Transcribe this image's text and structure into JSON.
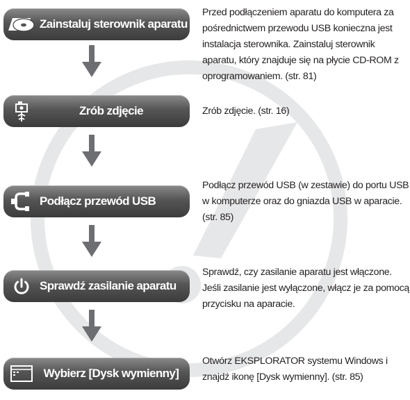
{
  "steps": [
    {
      "label": "Zainstaluj sterownik aparatu",
      "icon": "cd-rom-icon",
      "description": "Przed podłączeniem aparatu do komputera za pośrednictwem przewodu USB konieczna jest instalacja sterownika. Zainstaluj sterownik aparatu, który znajduje się na płycie CD-ROM z oprogramowaniem. (str. 81)"
    },
    {
      "label": "Zrób zdjęcie",
      "icon": "camera-mode-icon",
      "description": "Zrób zdjęcie. (str. 16)"
    },
    {
      "label": "Podłącz przewód USB",
      "icon": "usb-icon",
      "description": "Podłącz przewód USB (w zestawie) do portu USB w komputerze oraz do gniazda USB w aparacie. (str. 85)"
    },
    {
      "label": "Sprawdź zasilanie aparatu",
      "icon": "power-icon",
      "description": "Sprawdź, czy zasilanie aparatu jest włączone. Jeśli zasilanie jest wyłączone, włącz je za pomocą przycisku na aparacie."
    },
    {
      "label": "Wybierz [Dysk wymienny]",
      "icon": "removable-disk-window-icon",
      "description": "Otwórz EKSPLORATOR systemu Windows i znajdź ikonę [Dysk wymienny]. (str. 85)"
    }
  ],
  "colors": {
    "button_dark": "#3c3c3c",
    "button_light": "#8a8a8a",
    "arrow": "#6d6e71",
    "background_mark": "#e6e7e8",
    "text": "#231f20"
  }
}
